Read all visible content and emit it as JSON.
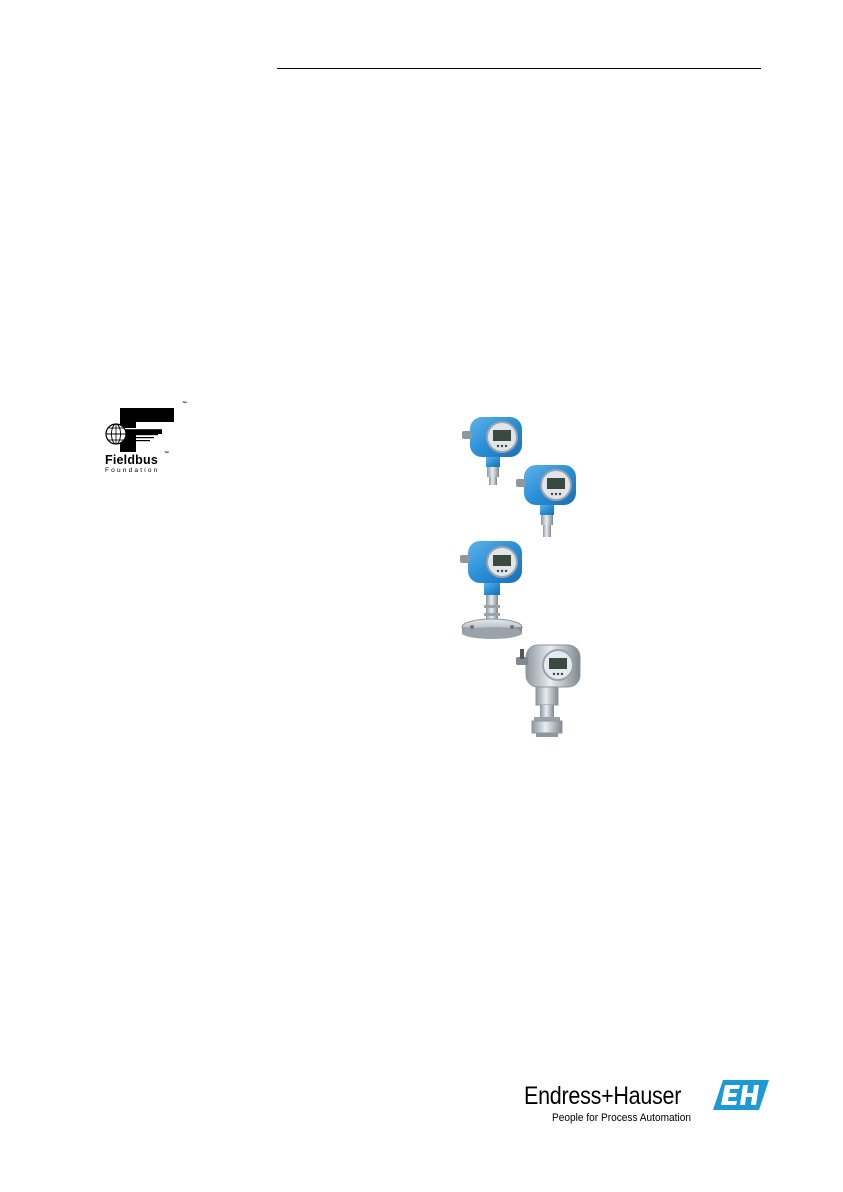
{
  "fieldbus_logo": {
    "word": "Fieldbus",
    "sub": "Foundation",
    "tm": "™"
  },
  "product_image": {
    "description": "pressure-transmitter-family-photo"
  },
  "brand": {
    "name": "Endress+Hauser",
    "slogan": "People for Process Automation",
    "mark_color": "#1c9ad6"
  },
  "colors": {
    "transmitter_blue": "#2a8fd6",
    "steel": "#b8bfc6"
  }
}
